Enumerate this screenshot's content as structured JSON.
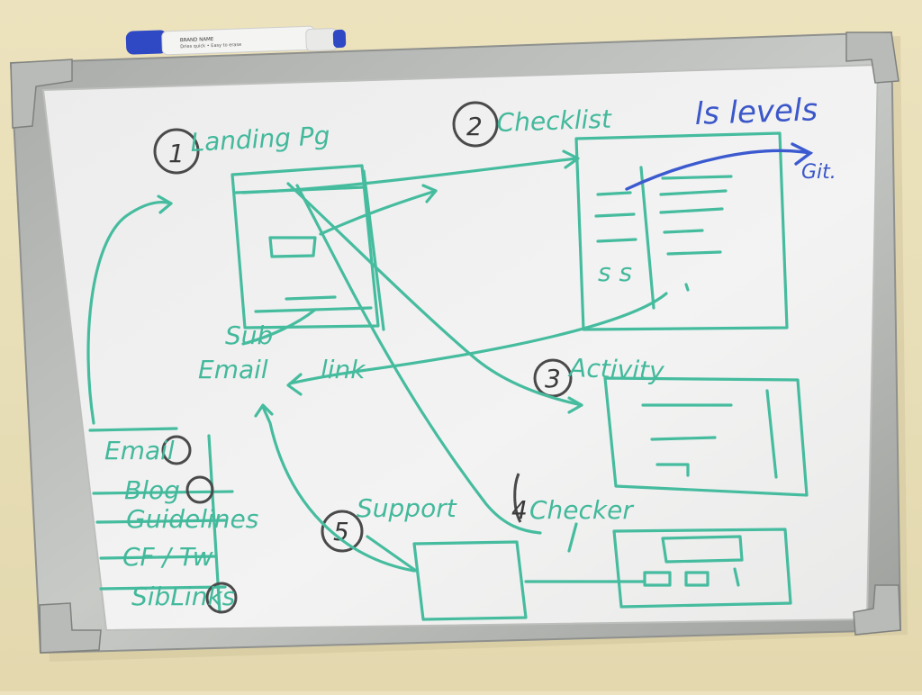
{
  "whiteboard": {
    "sections": [
      {
        "num": "1",
        "label": "Landing Pg"
      },
      {
        "num": "2",
        "label": "Checklist"
      },
      {
        "num": "3",
        "label": "Activity"
      },
      {
        "num": "4",
        "label": "Checker"
      },
      {
        "num": "5",
        "label": "Support"
      }
    ],
    "notes": {
      "levels": "ls levels",
      "git": "Git.",
      "sub": "Sub",
      "email": "Email",
      "link": "link",
      "ss": "s s"
    },
    "sidebar_list": [
      "Email",
      "Blog",
      "Guidelines",
      "CF / Tw",
      "SibLinks"
    ],
    "marker": {
      "brand": "BRAND NAME",
      "fine_print": "Dries quick • Easy to erase"
    }
  }
}
